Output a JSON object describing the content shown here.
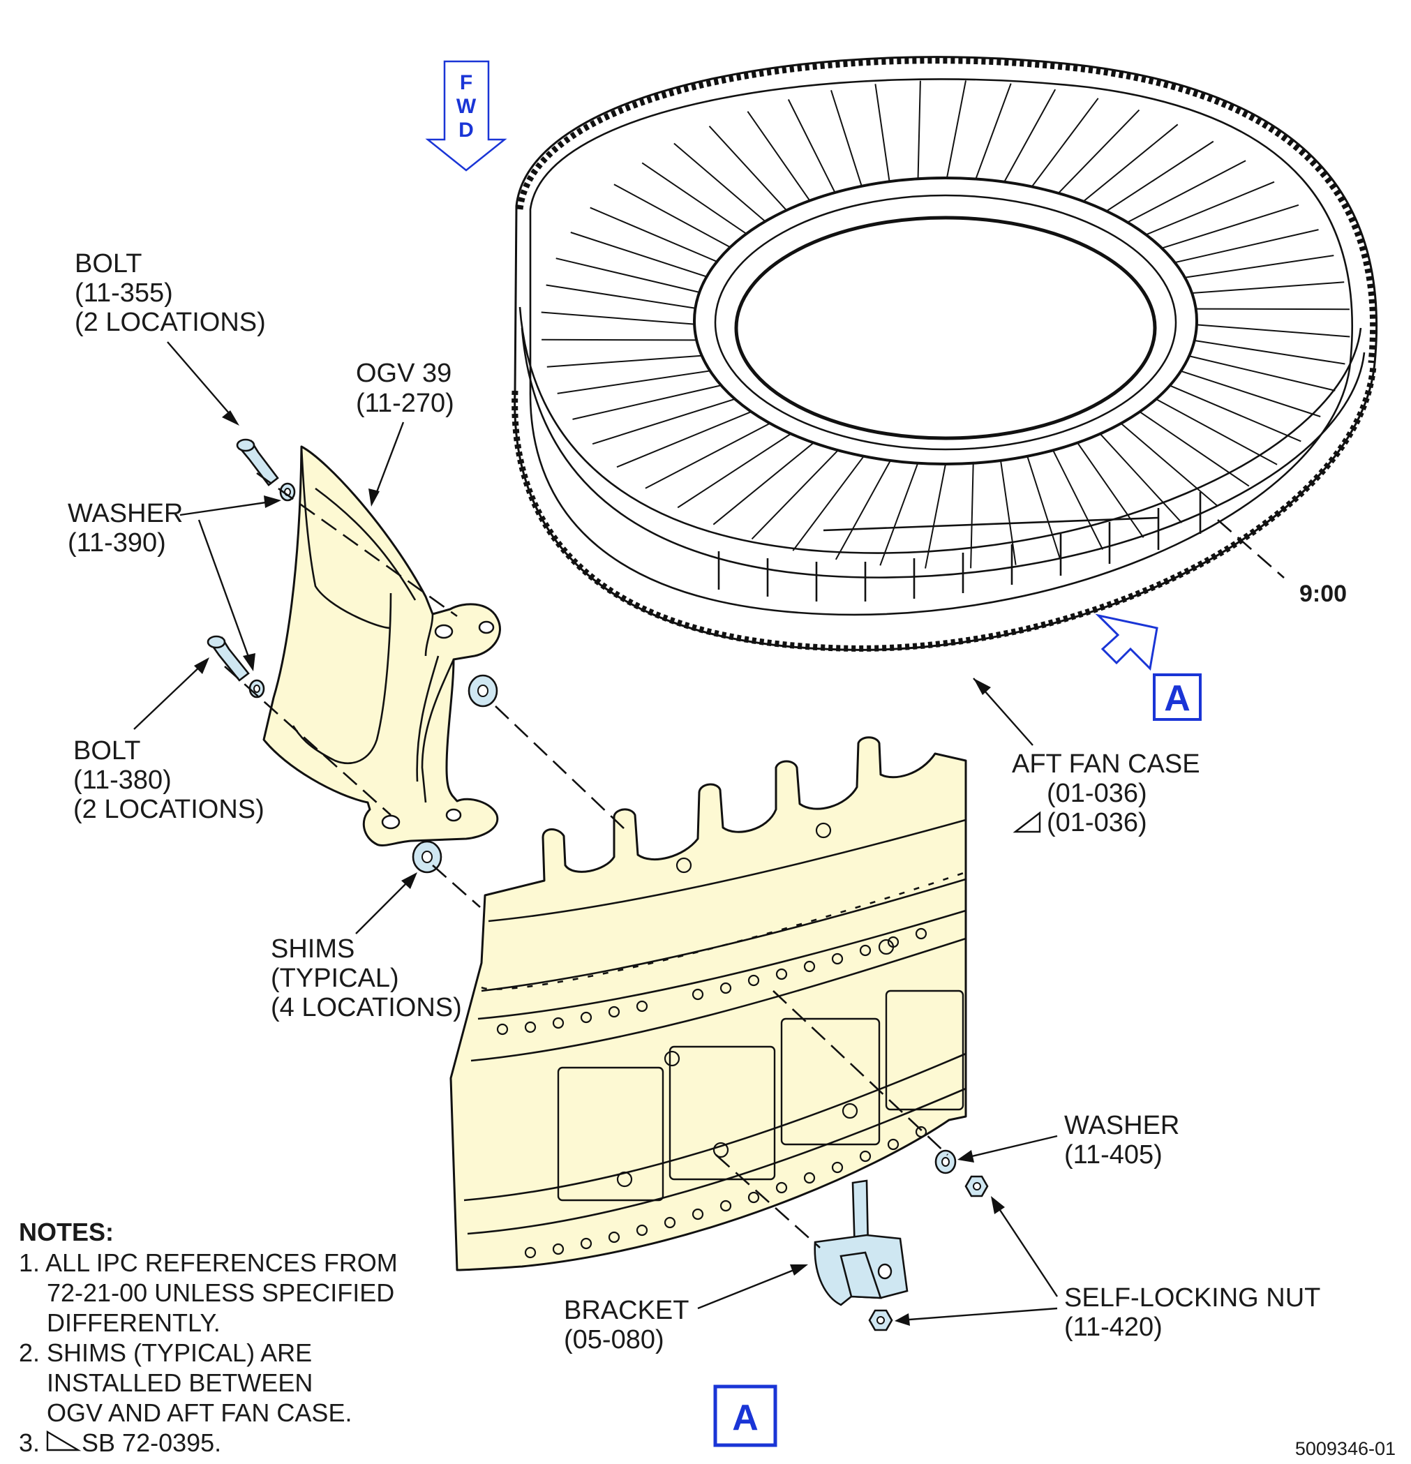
{
  "labels": {
    "fwd": [
      "F",
      "W",
      "D"
    ],
    "bolt_1": [
      "BOLT",
      "(11-355)",
      "(2 LOCATIONS)"
    ],
    "ogv": [
      "OGV 39",
      "(11-270)"
    ],
    "washer_1": [
      "WASHER",
      "(11-390)"
    ],
    "bolt_2": [
      "BOLT",
      "(11-380)",
      "(2 LOCATIONS)"
    ],
    "shims": [
      "SHIMS",
      "(TYPICAL)",
      "(4 LOCATIONS)"
    ],
    "aft_fan_case": [
      "AFT FAN CASE",
      "(01-036)",
      "(01-036)"
    ],
    "clock_position": "9:00",
    "view_marker": "A",
    "washer_2": [
      "WASHER",
      "(11-405)"
    ],
    "bracket": [
      "BRACKET",
      "(05-080)"
    ],
    "self_locking_nut": [
      "SELF-LOCKING NUT",
      "(11-420)"
    ],
    "detail_view": "A",
    "drawing_number": "5009346-01"
  },
  "notes": {
    "title": "NOTES:",
    "lines": [
      "1. ALL IPC REFERENCES FROM",
      "    72-21-00 UNLESS SPECIFIED",
      "    DIFFERENTLY.",
      "2. SHIMS (TYPICAL) ARE",
      "    INSTALLED BETWEEN",
      "    OGV AND AFT FAN CASE.",
      "3.      SB 72-0395."
    ]
  },
  "colors": {
    "part_fill": "#fdf9d3",
    "hardware_fill": "#cfe7f2",
    "accent_blue": "#1a35d6",
    "line": "#111111"
  }
}
